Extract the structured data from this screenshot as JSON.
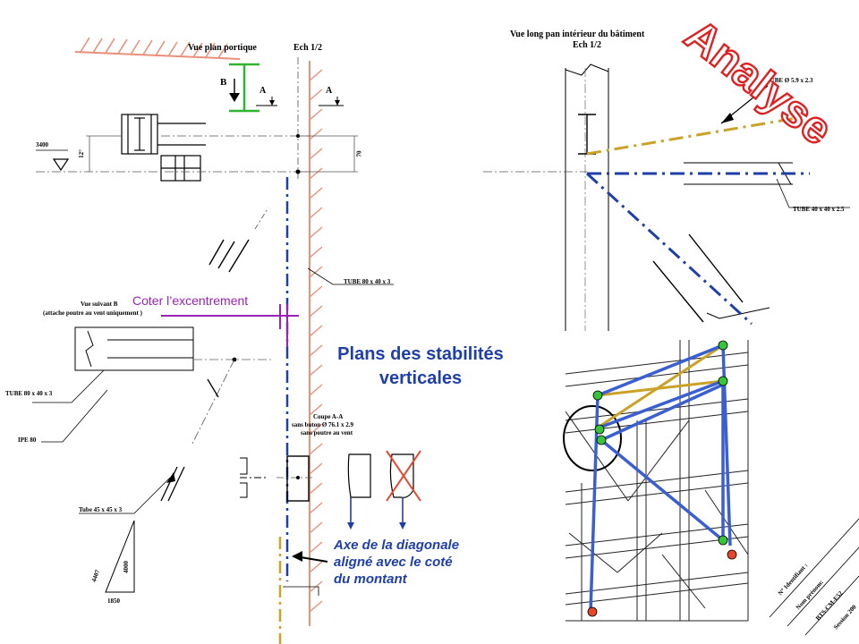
{
  "colors": {
    "wall": "#e8907a",
    "blue": "#1f3fa8",
    "gold": "#c9a227",
    "purple": "#9a22b5",
    "green": "#2fb52f",
    "red": "#e8462a",
    "analyse": "#e02020"
  },
  "top_left": {
    "title": "Vue plan portique",
    "scale": "Ech 1/2",
    "label_b": "B",
    "label_a1": "A",
    "label_a2": "A",
    "elev": "3400",
    "dim_12": "12°",
    "dim_70": "70",
    "tube": "TUBE 80 x 40 x 3"
  },
  "top_right": {
    "title": "Vue long pan intérieur du bâtiment",
    "scale": "Ech 1/2",
    "tube_partial": "TUBE Ø 5.9 x 2.3",
    "tube": "TUBE 40 x 40 x 2.5"
  },
  "bottom_left": {
    "title_line1": "Vue suivant B",
    "title_line2": "(attache poutre au vent uniquement )",
    "tube80": "TUBE 80 x 40 x 3",
    "ipe": "IPE 80",
    "tube45": "Tube 45 x 45 x 3",
    "dim_4407": "4407",
    "dim_4000": "4000",
    "dim_1850": "1850"
  },
  "coupe": {
    "line1": "Coupe A-A",
    "line2": "sans buton Ø 76.1 x 2.9",
    "line3": "sans poutre au vent"
  },
  "notes": {
    "coter": "Coter l’excentrement",
    "title_line1": "Plans des stabilités",
    "title_line2": "verticales",
    "axe_line1": "Axe de la diagonale",
    "axe_line2": "aligné avec le coté",
    "axe_line3": "du montant"
  },
  "stamp": {
    "word": "Analyse"
  },
  "title_block": {
    "line1": "N° Identifiant :",
    "line2": "Nom prénom:",
    "line3": "BTS-CM-E52",
    "line4": "Session 200"
  }
}
